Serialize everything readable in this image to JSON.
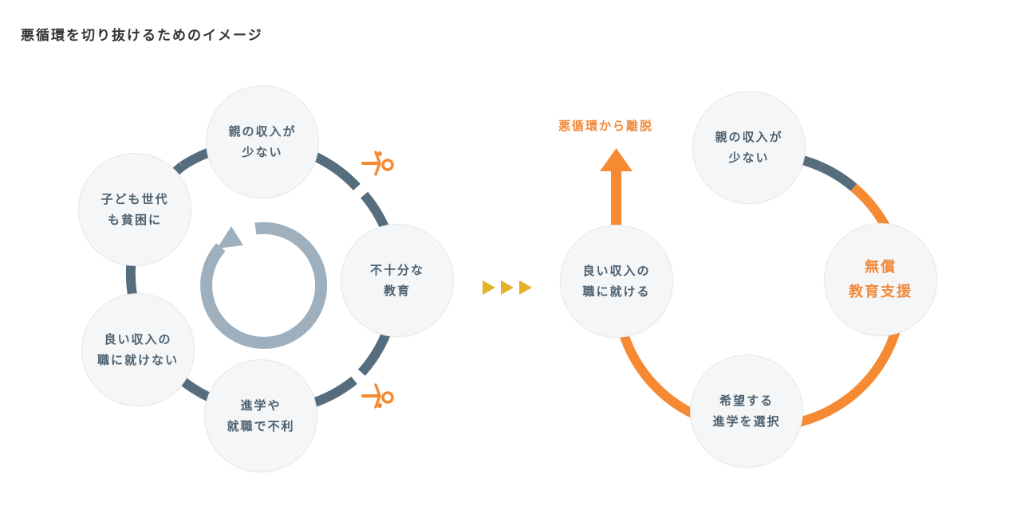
{
  "title": "悪循環を切り抜けるためのイメージ",
  "colors": {
    "ring": "#566d7e",
    "cycle_arrow": "#9eb0bd",
    "accent": "#f58a33",
    "transition_arrows": "#e2b227",
    "node_fill": "#f5f6f7"
  },
  "left_cycle": {
    "nodes": [
      {
        "line1": "親の収入が",
        "line2": "少ない"
      },
      {
        "line1": "不十分な",
        "line2": "教育"
      },
      {
        "line1": "進学や",
        "line2": "就職で不利"
      },
      {
        "line1": "良い収入の",
        "line2": "職に就けない"
      },
      {
        "line1": "子ども世代",
        "line2": "も貧困に"
      }
    ],
    "cut_icons": [
      "scissors-icon",
      "scissors-icon"
    ]
  },
  "right_cycle": {
    "exit_label": "悪循環から離脱",
    "nodes": [
      {
        "line1": "親の収入が",
        "line2": "少ない"
      },
      {
        "line1": "無償",
        "line2": "教育支援"
      },
      {
        "line1": "希望する",
        "line2": "進学を選択"
      },
      {
        "line1": "良い収入の",
        "line2": "職に就ける"
      }
    ]
  }
}
